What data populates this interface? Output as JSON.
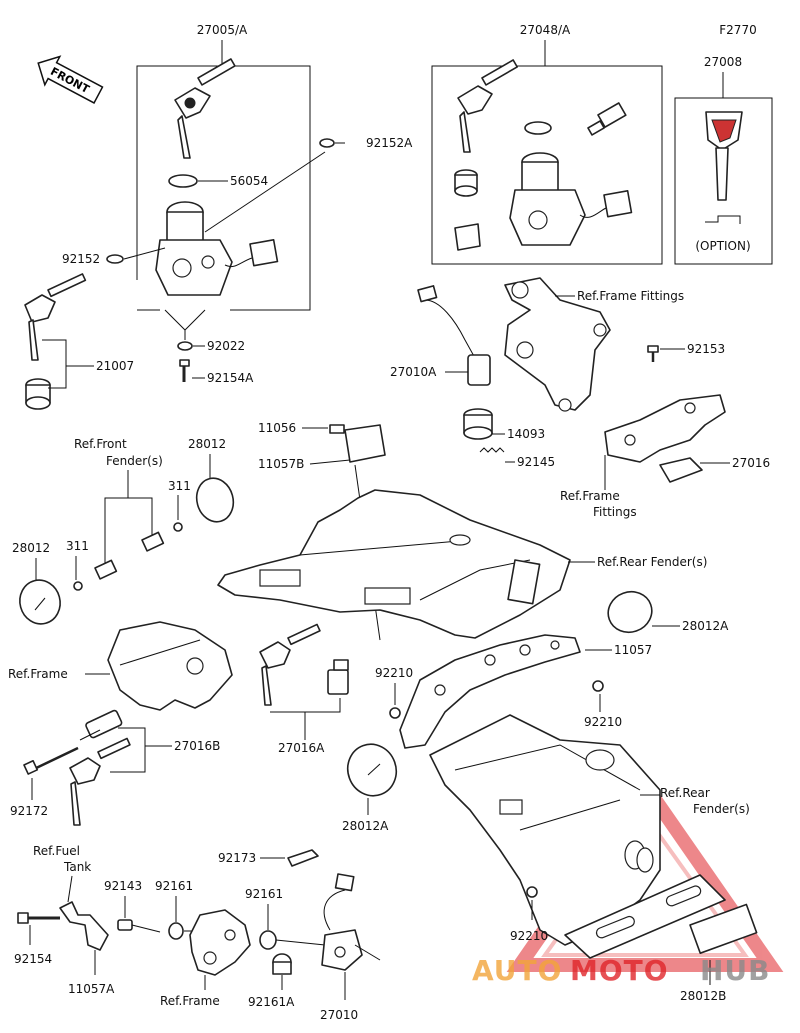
{
  "figure_code": "F2770",
  "front_arrow": "FRONT",
  "groups": {
    "g27005": "27005/A",
    "g27048": "27048/A",
    "g27008": "27008",
    "option": "(OPTION)"
  },
  "labels": {
    "p92152a": "92152A",
    "p56054": "56054",
    "p92152": "92152",
    "p21007": "21007",
    "p92022": "92022",
    "p92154a": "92154A",
    "ref_frame_fittings_1": "Ref.Frame Fittings",
    "p92153": "92153",
    "p27010a": "27010A",
    "p14093": "14093",
    "p92145": "92145",
    "p27016": "27016",
    "ref_frame_fittings_2a": "Ref.Frame",
    "ref_frame_fittings_2b": "Fittings",
    "p11056": "11056",
    "p11057b": "11057B",
    "ref_front_fender_a": "Ref.Front",
    "ref_front_fender_b": "Fender(s)",
    "p28012_top": "28012",
    "p311_top": "311",
    "p28012_left": "28012",
    "p311_left": "311",
    "ref_rear_fender_1": "Ref.Rear Fender(s)",
    "p28012a_right": "28012A",
    "p11057": "11057",
    "ref_frame_1": "Ref.Frame",
    "p92210_mid": "92210",
    "p92210_right": "92210",
    "p27016b": "27016B",
    "p27016a": "27016A",
    "p92172": "92172",
    "p28012a_mid": "28012A",
    "ref_rear_fender_2a": "Ref.Rear",
    "ref_rear_fender_2b": "Fender(s)",
    "ref_fuel_tank_a": "Ref.Fuel",
    "ref_fuel_tank_b": "Tank",
    "p92173": "92173",
    "p92143": "92143",
    "p92161_left": "92161",
    "p92161_right": "92161",
    "p92154": "92154",
    "p11057a": "11057A",
    "ref_frame_2": "Ref.Frame",
    "p92161a": "92161A",
    "p27010": "27010",
    "p92210_low": "92210",
    "p28012b": "28012B"
  },
  "watermark": {
    "part1": "AUTO",
    "part2": "MOTO",
    "part3": "HUB",
    "color_orange": "#f2a43a",
    "color_red": "#e0262b",
    "color_gray": "#8a8a8a"
  }
}
